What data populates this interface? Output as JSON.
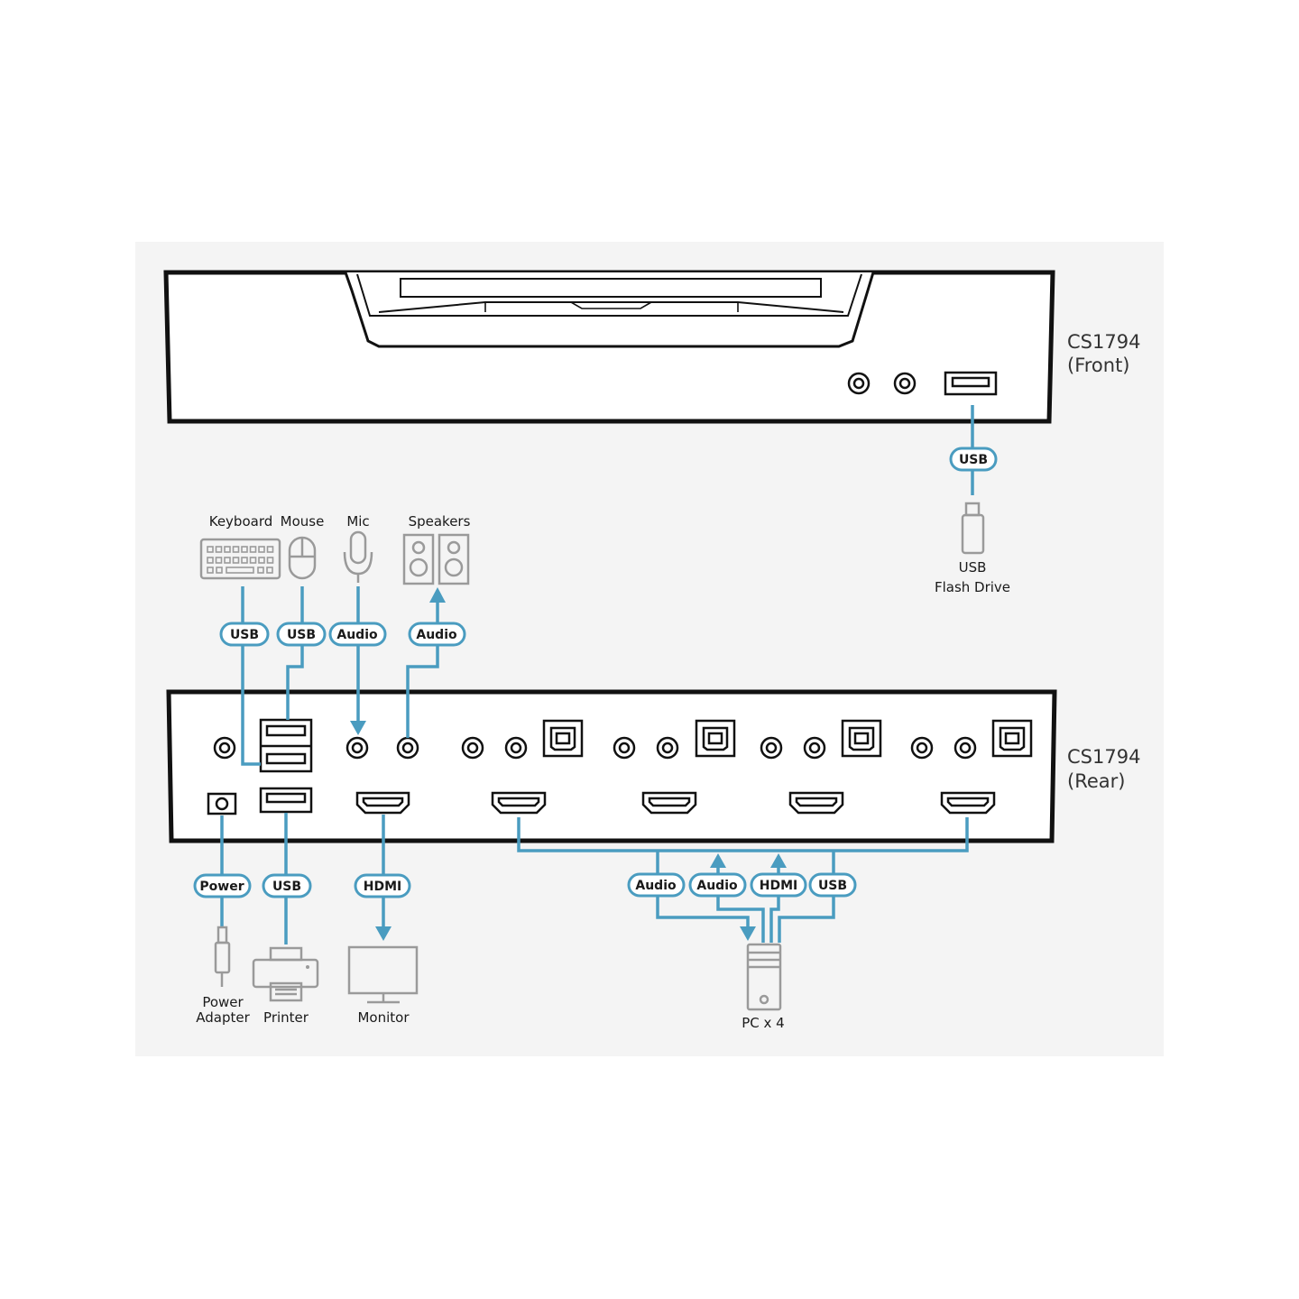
{
  "front_unit": {
    "model": "CS1794",
    "view": "(Front)"
  },
  "rear_unit": {
    "model": "CS1794",
    "view": "(Rear)"
  },
  "cables": {
    "usb_front": "USB",
    "usb_keyboard": "USB",
    "usb_mouse": "USB",
    "audio_mic": "Audio",
    "audio_speakers": "Audio",
    "power": "Power",
    "usb_printer": "USB",
    "hdmi_monitor": "HDMI",
    "pc_audio_out": "Audio",
    "pc_audio_in": "Audio",
    "pc_hdmi": "HDMI",
    "pc_usb": "USB"
  },
  "devices": {
    "flash_drive_line1": "USB",
    "flash_drive_line2": "Flash Drive",
    "keyboard": "Keyboard",
    "mouse": "Mouse",
    "mic": "Mic",
    "speakers": "Speakers",
    "power_adapter_line1": "Power",
    "power_adapter_line2": "Adapter",
    "printer": "Printer",
    "monitor": "Monitor",
    "pc": "PC x 4"
  },
  "colors": {
    "cable": "#4a9cc0",
    "device": "#9a9a9a",
    "panel_bg": "#f4f4f4",
    "unit_outline": "#111111"
  }
}
